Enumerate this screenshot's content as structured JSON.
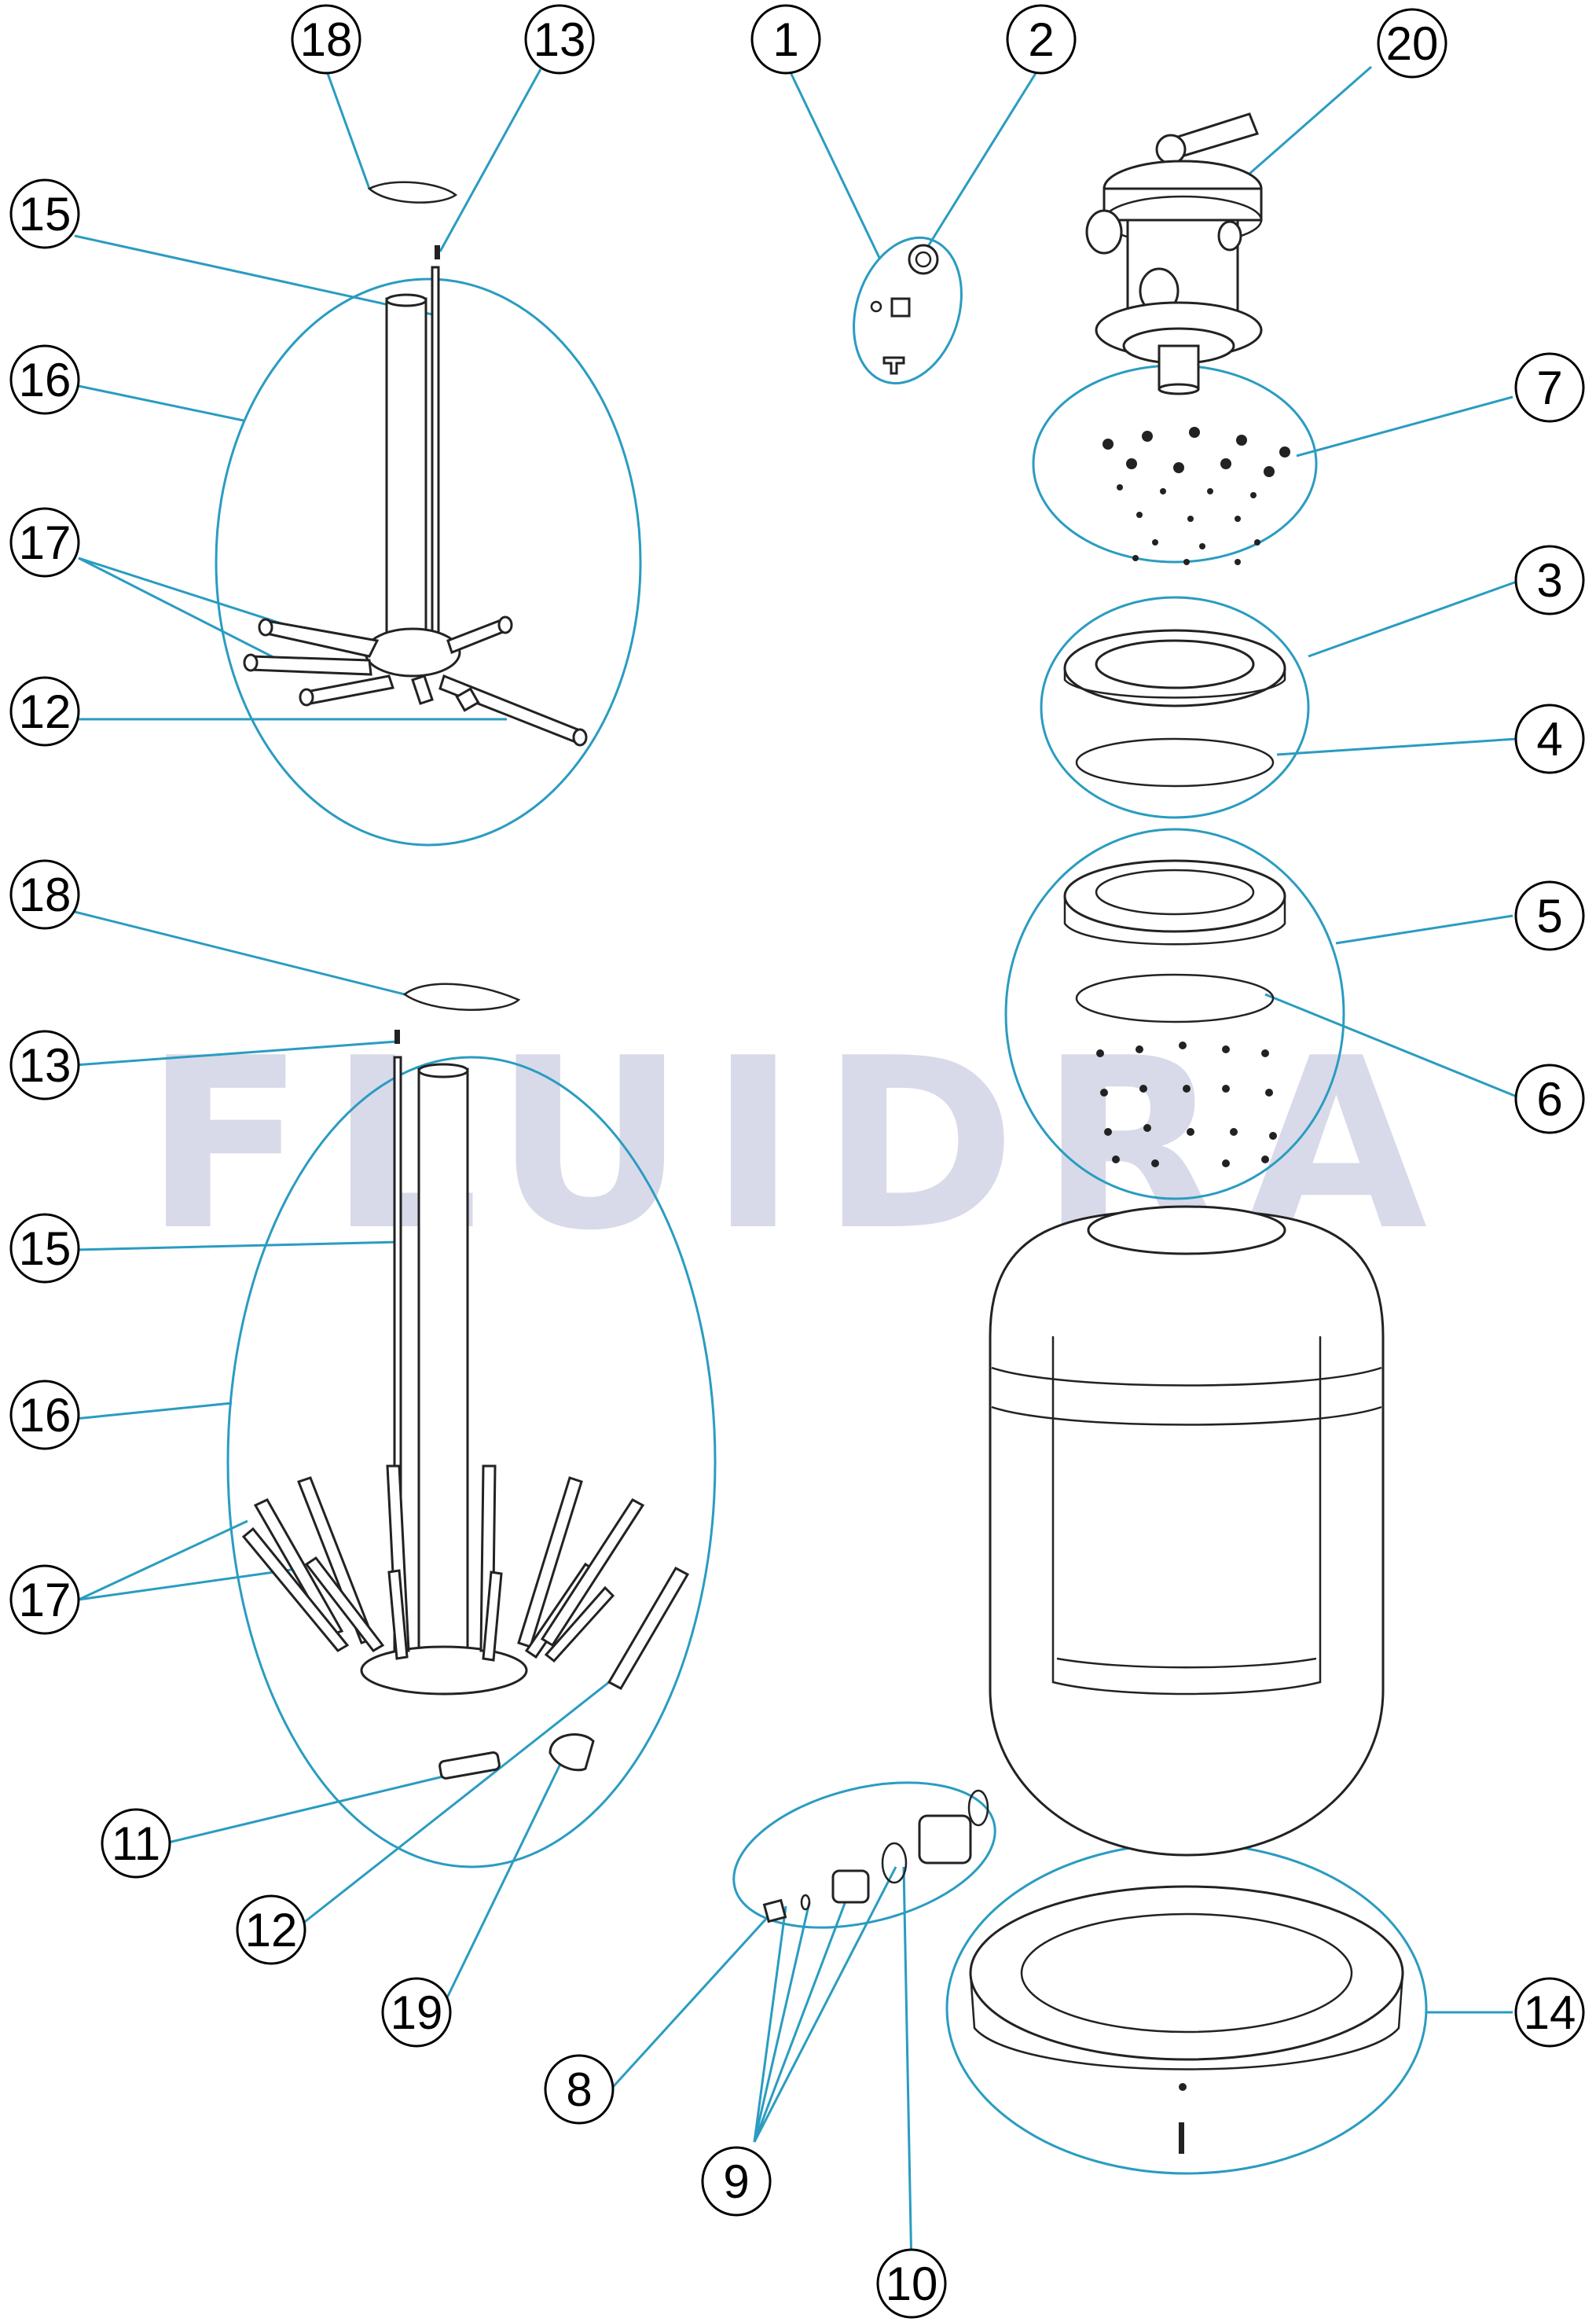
{
  "colors": {
    "leader": "#2a9cc1",
    "watermark": "#d8dae9",
    "outline": "#222222",
    "label_circle": "#000000"
  },
  "watermark": {
    "text": "FLUIDRA"
  },
  "callouts": [
    {
      "id": "c18a",
      "text": "18"
    },
    {
      "id": "c13a",
      "text": "13"
    },
    {
      "id": "c15a",
      "text": "15"
    },
    {
      "id": "c16a",
      "text": "16"
    },
    {
      "id": "c17a",
      "text": "17"
    },
    {
      "id": "c12a",
      "text": "12"
    },
    {
      "id": "c18b",
      "text": "18"
    },
    {
      "id": "c13b",
      "text": "13"
    },
    {
      "id": "c15b",
      "text": "15"
    },
    {
      "id": "c16b",
      "text": "16"
    },
    {
      "id": "c17b",
      "text": "17"
    },
    {
      "id": "c11",
      "text": "11"
    },
    {
      "id": "c12b",
      "text": "12"
    },
    {
      "id": "c19",
      "text": "19"
    },
    {
      "id": "c1",
      "text": "1"
    },
    {
      "id": "c2",
      "text": "2"
    },
    {
      "id": "c20",
      "text": "20"
    },
    {
      "id": "c7",
      "text": "7"
    },
    {
      "id": "c3",
      "text": "3"
    },
    {
      "id": "c4",
      "text": "4"
    },
    {
      "id": "c5",
      "text": "5"
    },
    {
      "id": "c6",
      "text": "6"
    },
    {
      "id": "c14",
      "text": "14"
    },
    {
      "id": "c8",
      "text": "8"
    },
    {
      "id": "c9",
      "text": "9"
    },
    {
      "id": "c10",
      "text": "10"
    }
  ]
}
